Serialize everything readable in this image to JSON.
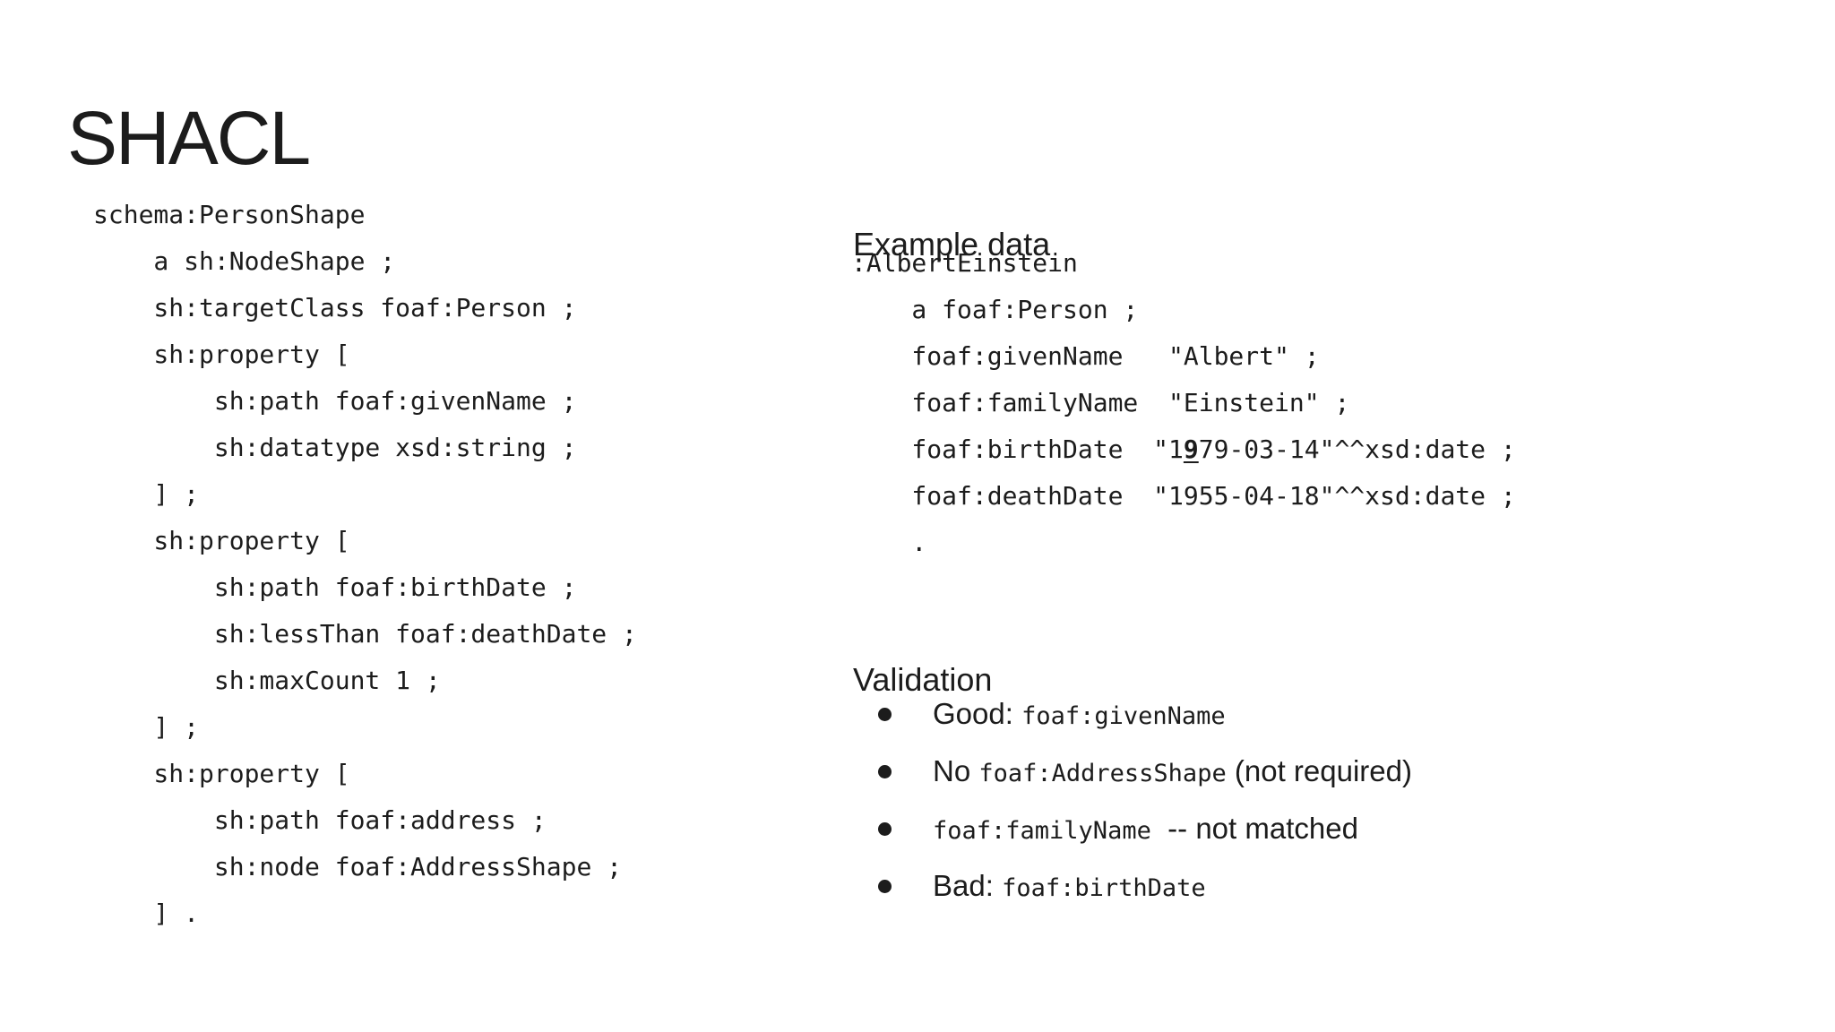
{
  "slide": {
    "title": "SHACL",
    "colors": {
      "background": "#ffffff",
      "text": "#212121"
    }
  },
  "shape_code": {
    "lines": [
      "schema:PersonShape",
      "    a sh:NodeShape ;",
      "    sh:targetClass foaf:Person ;",
      "    sh:property [",
      "        sh:path foaf:givenName ;",
      "        sh:datatype xsd:string ;",
      "    ] ;",
      "    sh:property [",
      "        sh:path foaf:birthDate ;",
      "        sh:lessThan foaf:deathDate ;",
      "        sh:maxCount 1 ;",
      "    ] ;",
      "    sh:property [",
      "        sh:path foaf:address ;",
      "        sh:node foaf:AddressShape ;",
      "    ] ."
    ]
  },
  "example_data": {
    "heading": "Example data",
    "code_lines": [
      ":AlbertEinstein",
      "    a foaf:Person ;",
      "    foaf:givenName   \"Albert\" ;",
      "    foaf:familyName  \"Einstein\" ;",
      {
        "segments": [
          {
            "text": "    foaf:birthDate  \"1",
            "style": "plain"
          },
          {
            "text": "9",
            "style": "error"
          },
          {
            "text": "79-03-14\"^^xsd:date ;",
            "style": "plain"
          }
        ]
      },
      "    foaf:deathDate  \"1955-04-18\"^^xsd:date ;",
      "    ."
    ]
  },
  "validation": {
    "heading": "Validation",
    "bullets": [
      {
        "segments": [
          {
            "text": "Good: ",
            "font": "sans"
          },
          {
            "text": "foaf:givenName",
            "font": "mono"
          }
        ]
      },
      {
        "segments": [
          {
            "text": "No ",
            "font": "sans"
          },
          {
            "text": "foaf:AddressShape",
            "font": "mono"
          },
          {
            "text": " (not required)",
            "font": "sans"
          }
        ]
      },
      {
        "segments": [
          {
            "text": "foaf:familyName",
            "font": "mono"
          },
          {
            "text": "  -- not matched",
            "font": "sans"
          }
        ]
      },
      {
        "segments": [
          {
            "text": "Bad: ",
            "font": "sans"
          },
          {
            "text": "foaf:birthDate",
            "font": "mono"
          }
        ]
      }
    ]
  }
}
